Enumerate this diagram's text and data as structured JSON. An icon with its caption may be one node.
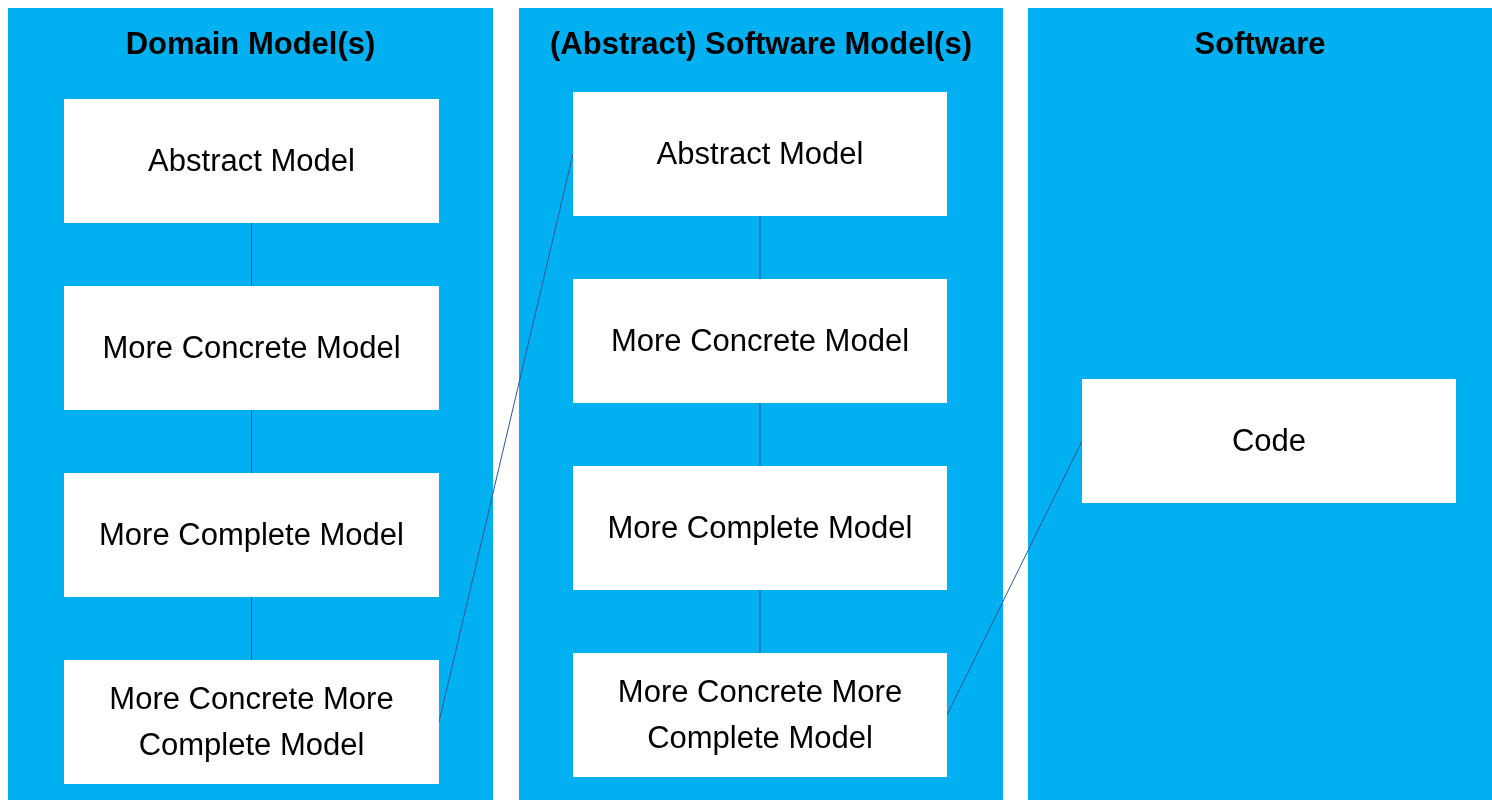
{
  "diagram": {
    "nodes": [
      {
        "text": [
          "Domain Model(s)"
        ]
      },
      {
        "text": [
          "Abstract Model"
        ],
        "in": 0
      },
      {
        "text": [
          "More Concrete Model"
        ],
        "in": 0
      },
      {
        "text": [
          "More Complete Model"
        ],
        "in": 0
      },
      {
        "text": [
          "More Concrete More Complete Model"
        ],
        "in": 0
      },
      {
        "text": [
          "(Abstract) Software Model(s)"
        ]
      },
      {
        "text": [
          "Abstract Model"
        ],
        "in": 5
      },
      {
        "text": [
          "More Concrete Model"
        ],
        "in": 5
      },
      {
        "text": [
          "More Complete Model"
        ],
        "in": 5
      },
      {
        "text": [
          "More Concrete More Complete Model"
        ],
        "in": 5
      },
      {
        "text": [
          "Software"
        ]
      },
      {
        "text": [
          "Code"
        ],
        "in": 10
      }
    ],
    "edges": [
      {
        "from": 1,
        "to": 2,
        "arrow": "none"
      },
      {
        "from": 2,
        "to": 3,
        "arrow": "none"
      },
      {
        "from": 3,
        "to": 4,
        "arrow": "none"
      },
      {
        "from": 4,
        "to": 6,
        "arrow": "none"
      },
      {
        "from": 6,
        "to": 7,
        "arrow": "none"
      },
      {
        "from": 7,
        "to": 8,
        "arrow": "none"
      },
      {
        "from": 8,
        "to": 9,
        "arrow": "none"
      },
      {
        "from": 9,
        "to": 11,
        "arrow": "none"
      }
    ]
  }
}
